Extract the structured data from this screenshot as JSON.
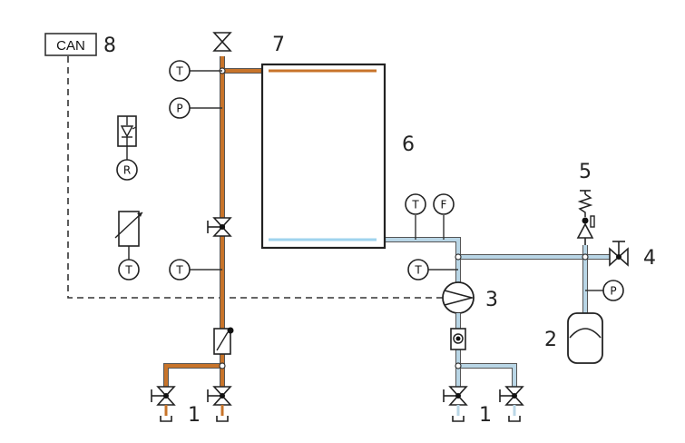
{
  "labels": {
    "can": "CAN",
    "n1_left": "1",
    "n1_right": "1",
    "n2": "2",
    "n3": "3",
    "n4": "4",
    "n5": "5",
    "n6": "6",
    "n7": "7",
    "n8": "8"
  },
  "symbols": {
    "T": "T",
    "P": "P",
    "F": "F",
    "R": "R"
  },
  "colors": {
    "hot_pipe": "#c8742a",
    "cold_pipe": "#b9d6e6",
    "pipe_edge": "#555555",
    "collector_border": "#222222",
    "valve_dot": "#111111"
  }
}
